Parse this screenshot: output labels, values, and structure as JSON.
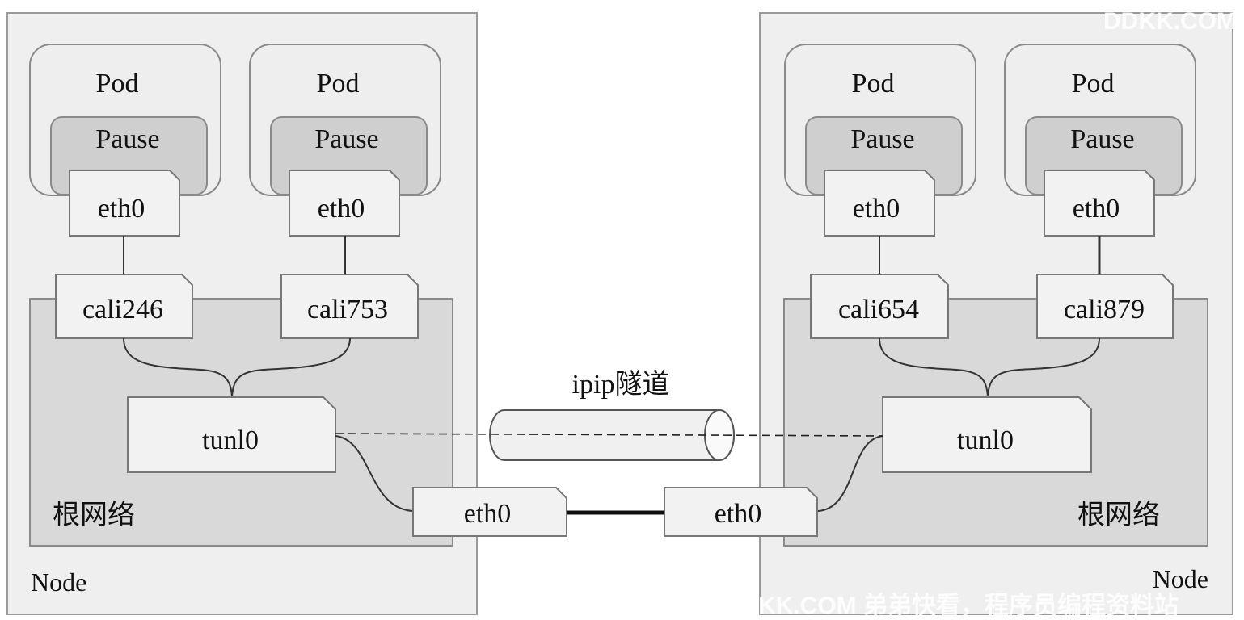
{
  "nodes": [
    {
      "label": "Node",
      "root_net_label": "根网络",
      "pods": [
        {
          "pod_label": "Pod",
          "pause_label": "Pause",
          "eth_label": "eth0"
        },
        {
          "pod_label": "Pod",
          "pause_label": "Pause",
          "eth_label": "eth0"
        }
      ],
      "veths": [
        "cali246",
        "cali753"
      ],
      "tunnel_label": "tunl0",
      "eth_label": "eth0"
    },
    {
      "label": "Node",
      "root_net_label": "根网络",
      "pods": [
        {
          "pod_label": "Pod",
          "pause_label": "Pause",
          "eth_label": "eth0"
        },
        {
          "pod_label": "Pod",
          "pause_label": "Pause",
          "eth_label": "eth0"
        }
      ],
      "veths": [
        "cali654",
        "cali879"
      ],
      "tunnel_label": "tunl0",
      "eth_label": "eth0"
    }
  ],
  "tunnel": {
    "label": "ipip隧道"
  },
  "watermarks": {
    "top": "DDKK.COM",
    "bottom": "KK.COM 弟弟快看，程序员编程资料站"
  },
  "colors": {
    "node_bg": "#efefef",
    "node_border": "#9a9a9a",
    "root_bg": "#d9d9d9",
    "pause_bg": "#cfcfcf",
    "box_bg": "#f2f2f2",
    "line": "#333333"
  }
}
